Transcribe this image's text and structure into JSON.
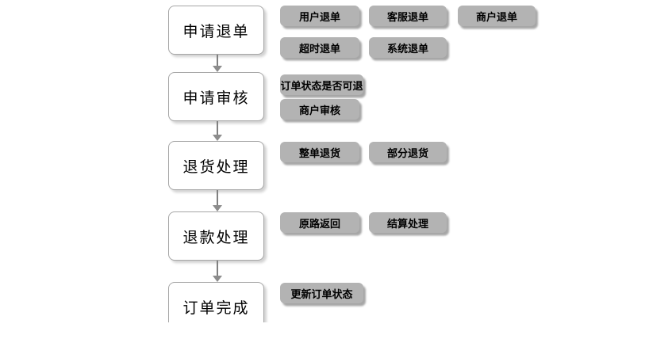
{
  "colors": {
    "background": "#ffffff",
    "node_fill": "#ffffff",
    "node_border": "#a6a6a6",
    "chip_fill": "#b3b3b3",
    "arrow_line": "#808080",
    "arrow_head": "#8c8c8c",
    "text": "#000000"
  },
  "flow": {
    "steps": [
      {
        "label": "申请退单",
        "branches": [
          {
            "label": "用户退单"
          },
          {
            "label": "客服退单"
          },
          {
            "label": "商户退单"
          },
          {
            "label": "超时退单"
          },
          {
            "label": "系统退单"
          }
        ]
      },
      {
        "label": "申请审核",
        "branches": [
          {
            "label": "订单状态是否可退"
          },
          {
            "label": "商户审核"
          }
        ]
      },
      {
        "label": "退货处理",
        "branches": [
          {
            "label": "整单退货"
          },
          {
            "label": "部分退货"
          }
        ]
      },
      {
        "label": "退款处理",
        "branches": [
          {
            "label": "原路返回"
          },
          {
            "label": "结算处理"
          }
        ]
      },
      {
        "label": "订单完成",
        "branches": [
          {
            "label": "更新订单状态"
          }
        ]
      }
    ]
  }
}
